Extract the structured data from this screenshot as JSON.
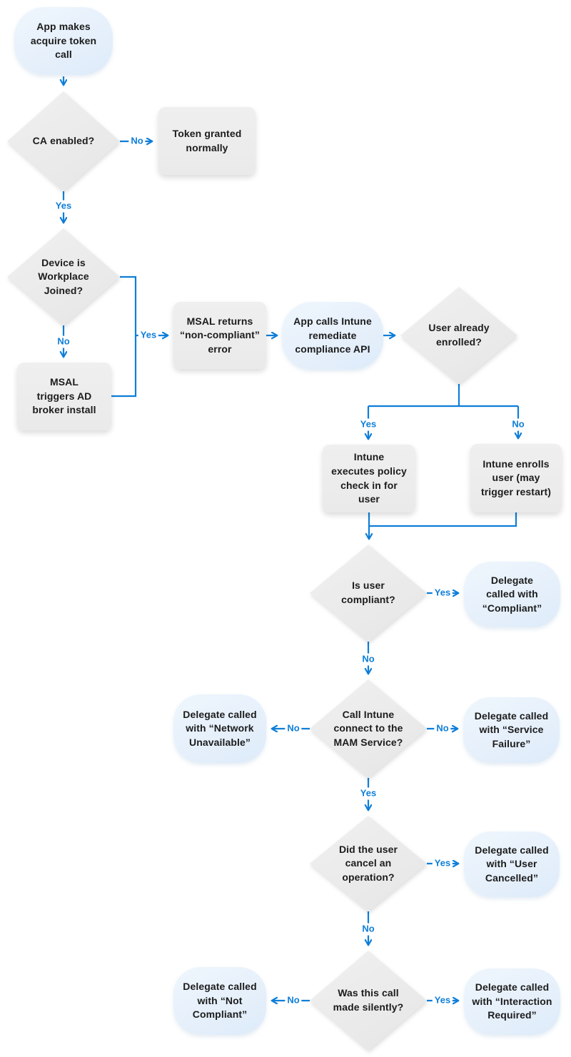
{
  "diagram": {
    "colors": {
      "connector": "#0e7ed8",
      "edge_label_text": "#0e7ed8",
      "terminator_fill": "#e6f0fb",
      "decision_fill": "#e9e9e9",
      "process_fill": "#ececec",
      "node_text": "#1c1c1c",
      "background": "#ffffff"
    },
    "nodes": {
      "start": {
        "type": "terminator",
        "text": "App makes\nacquire token\ncall"
      },
      "ca": {
        "type": "decision",
        "text_bold": "CA",
        "text_rest": " enabled?"
      },
      "token_granted": {
        "type": "process",
        "text": "Token granted\nnormally"
      },
      "workplace": {
        "type": "decision",
        "text": "Device is\nWorkplace\nJoined?"
      },
      "broker": {
        "type": "process",
        "text": "MSAL\ntriggers AD\nbroker install"
      },
      "msal_error": {
        "type": "process",
        "text": "MSAL returns\n“non-compliant”\nerror"
      },
      "remediate": {
        "type": "terminator",
        "text": "App calls Intune\nremediate\ncompliance API"
      },
      "enrolled": {
        "type": "decision",
        "text": "User already\nenrolled?"
      },
      "policy_check": {
        "type": "process",
        "text": "Intune\nexecutes policy\ncheck in for\nuser"
      },
      "enroll_user": {
        "type": "process",
        "text": "Intune enrolls\nuser (may\ntrigger restart)"
      },
      "compliant": {
        "type": "decision",
        "text": "Is user\ncompliant?"
      },
      "delegate_compliant": {
        "type": "terminator",
        "text": "Delegate\ncalled with\n“Compliant”"
      },
      "mam_connect": {
        "type": "decision",
        "text": "Call Intune\nconnect to the\nMAM Service?"
      },
      "delegate_network": {
        "type": "terminator",
        "text": "Delegate called\nwith “Network\nUnavailable”"
      },
      "delegate_service": {
        "type": "terminator",
        "text": "Delegate called\nwith “Service\nFailure”"
      },
      "cancel": {
        "type": "decision",
        "text": "Did the user\ncancel an\noperation?"
      },
      "delegate_cancelled": {
        "type": "terminator",
        "text": "Delegate called\nwith “User\nCancelled”"
      },
      "silent": {
        "type": "decision",
        "text": "Was this call\nmade silently?"
      },
      "delegate_not_compliant": {
        "type": "terminator",
        "text": "Delegate called\nwith “Not\nCompliant”"
      },
      "delegate_interaction": {
        "type": "terminator",
        "text": "Delegate called\nwith “Interaction\nRequired”"
      }
    },
    "edge_labels": {
      "ca_no": "No",
      "ca_yes": "Yes",
      "workplace_no": "No",
      "workplace_yes": "Yes",
      "enrolled_yes": "Yes",
      "enrolled_no": "No",
      "compliant_yes": "Yes",
      "compliant_no": "No",
      "mam_no_left": "No",
      "mam_no_right": "No",
      "mam_yes": "Yes",
      "cancel_yes": "Yes",
      "cancel_no": "No",
      "silent_no": "No",
      "silent_yes": "Yes"
    }
  }
}
